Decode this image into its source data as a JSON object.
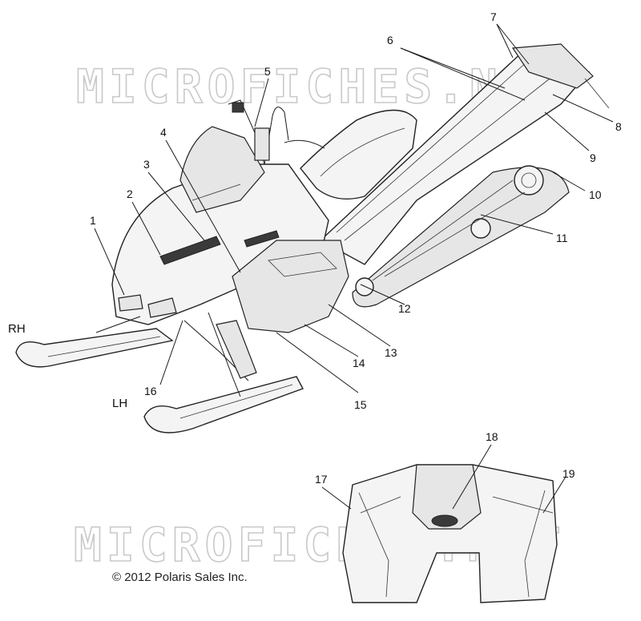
{
  "diagram": {
    "watermark_top": "MICROFICHES.NET",
    "watermark_bottom": "MICROFICHES.NET",
    "side_rh": "RH",
    "side_lh": "LH",
    "copyright": "© 2012 Polaris Sales Inc.",
    "callouts": [
      "1",
      "2",
      "3",
      "4",
      "5",
      "6",
      "7",
      "8",
      "9",
      "10",
      "11",
      "12",
      "13",
      "14",
      "15",
      "16",
      "17",
      "18",
      "19"
    ]
  }
}
